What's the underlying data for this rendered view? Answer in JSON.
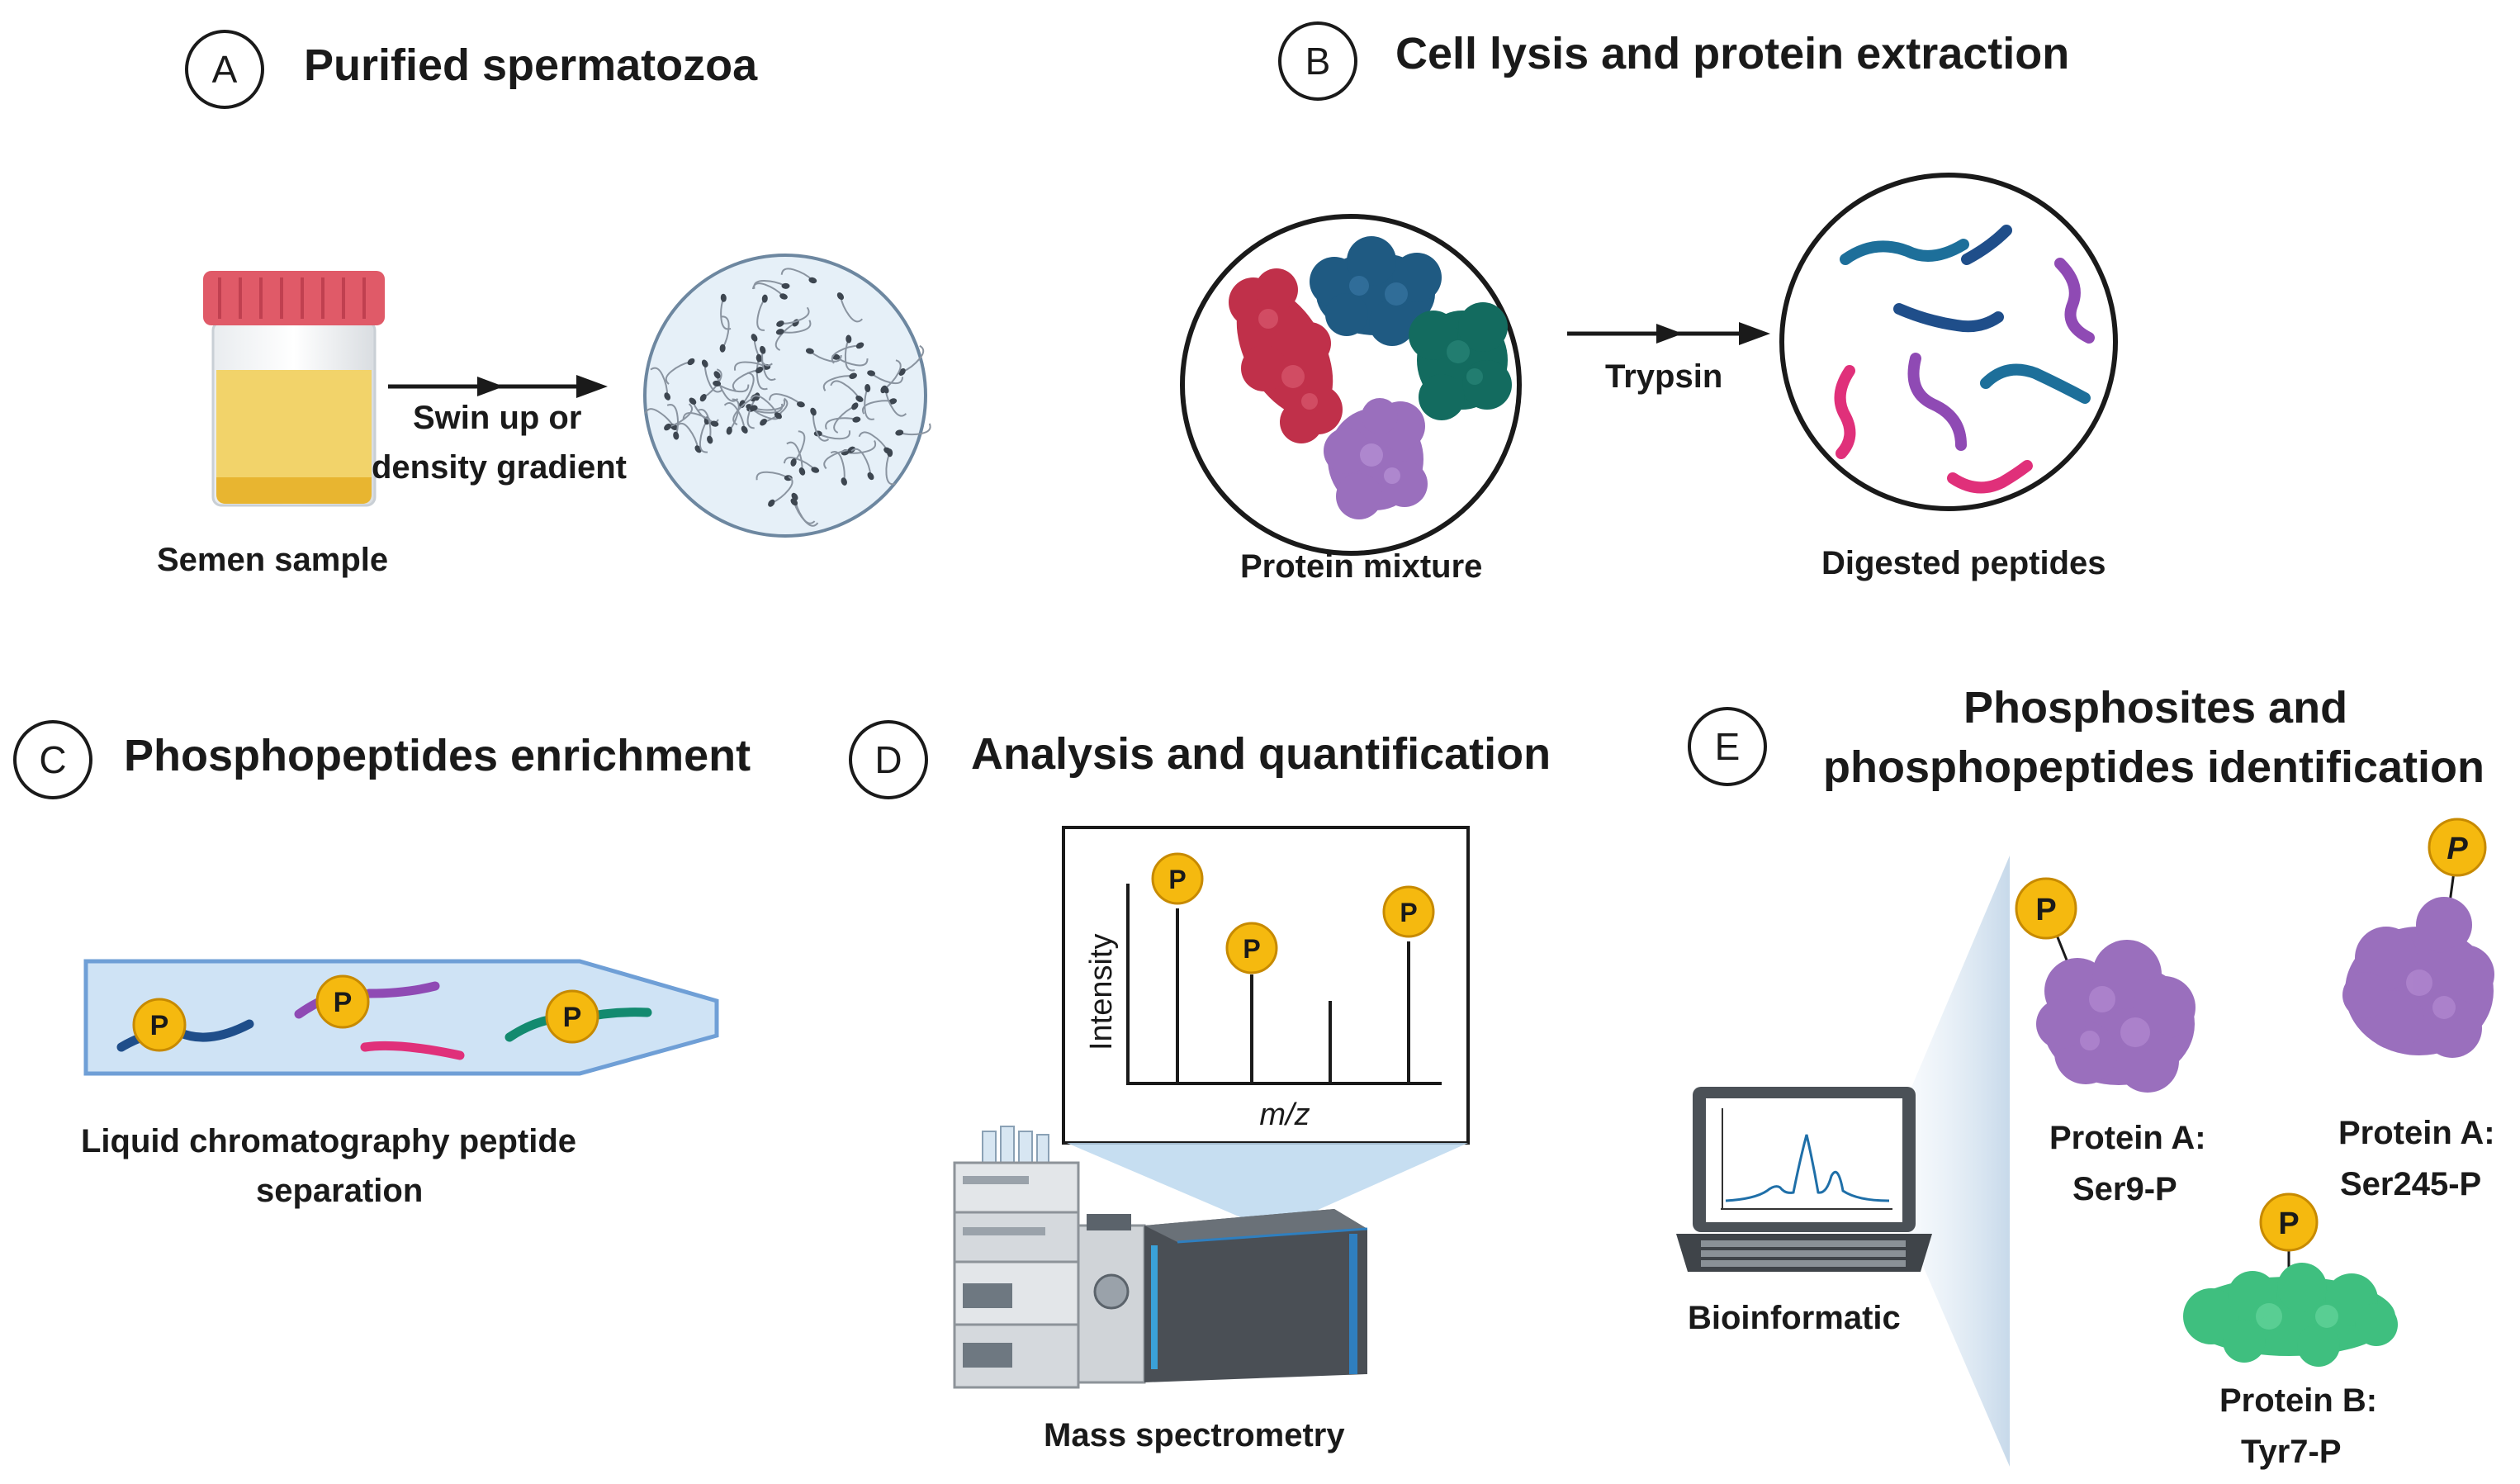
{
  "panels": {
    "A": {
      "letter": "A",
      "title": "Purified spermatozoa",
      "sample_label": "Semen sample",
      "arrow_label_1": "Swin up or",
      "arrow_label_2": "density gradient"
    },
    "B": {
      "letter": "B",
      "title": "Cell lysis  and protein extraction",
      "mixture_label": "Protein mixture",
      "arrow_label": "Trypsin",
      "peptides_label": "Digested peptides"
    },
    "C": {
      "letter": "C",
      "title": "Phosphopeptides enrichment",
      "caption_1": "Liquid chromatography peptide",
      "caption_2": "separation",
      "marker": "P"
    },
    "D": {
      "letter": "D",
      "title": "Analysis and quantification",
      "y_axis": "Intensity",
      "x_axis": "m/z",
      "instrument_label": "Mass spectrometry",
      "marker": "P"
    },
    "E": {
      "letter": "E",
      "title_1": "Phosphosites and",
      "title_2": "phosphopeptides identification",
      "computer_label": "Bioinformatic",
      "marker": "P",
      "proteins": [
        {
          "line1": "Protein A:",
          "line2": "Ser9-P"
        },
        {
          "line1": "Protein A:",
          "line2": "Ser245-P"
        },
        {
          "line1": "Protein B:",
          "line2": "Tyr7-P"
        }
      ]
    }
  },
  "colors": {
    "text": "#1a1a1a",
    "jar_cap": "#e05a68",
    "semen": "#f2d36a",
    "dish_bg": "#e6f0f8",
    "protein_red": "#c0304a",
    "protein_navy": "#1f5a82",
    "protein_teal": "#136b5f",
    "protein_purple": "#9a6fbd",
    "peptide_blue": "#1d6f9a",
    "peptide_navy": "#1f4e8a",
    "peptide_purple": "#8f4ab4",
    "peptide_pink": "#e0307a",
    "column_fill": "#cfe3f5",
    "column_stroke": "#6f9fd6",
    "phospho_yellow": "#f5b90f",
    "protein_green": "#3fbf7f"
  }
}
